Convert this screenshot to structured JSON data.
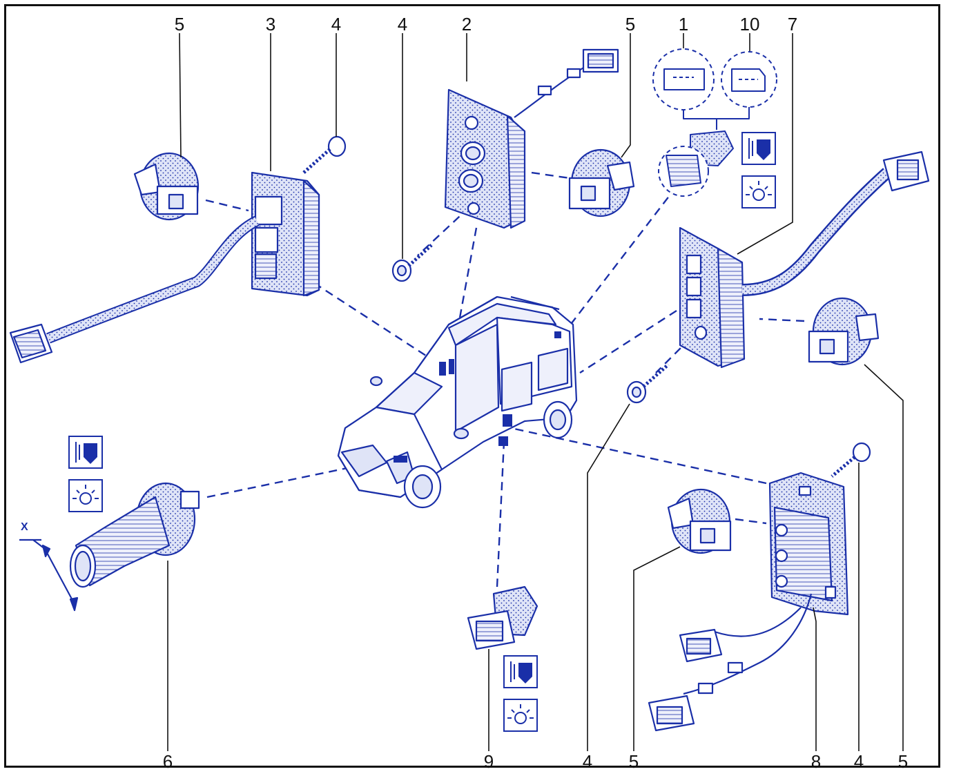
{
  "diagram": {
    "callouts": {
      "c1": "1",
      "c2": "2",
      "c3": "3",
      "c4": "4",
      "c5": "5",
      "c6": "6",
      "c7": "7",
      "c8": "8",
      "c9": "9",
      "c10": "10"
    },
    "dimension_label": "X",
    "colors": {
      "line": "#1a2fa8",
      "light": "#dfe4f7",
      "mid": "#b9c2ee",
      "ink": "#111111"
    },
    "icons": [
      "headlight-beam-icon",
      "sun-lamp-icon"
    ]
  }
}
